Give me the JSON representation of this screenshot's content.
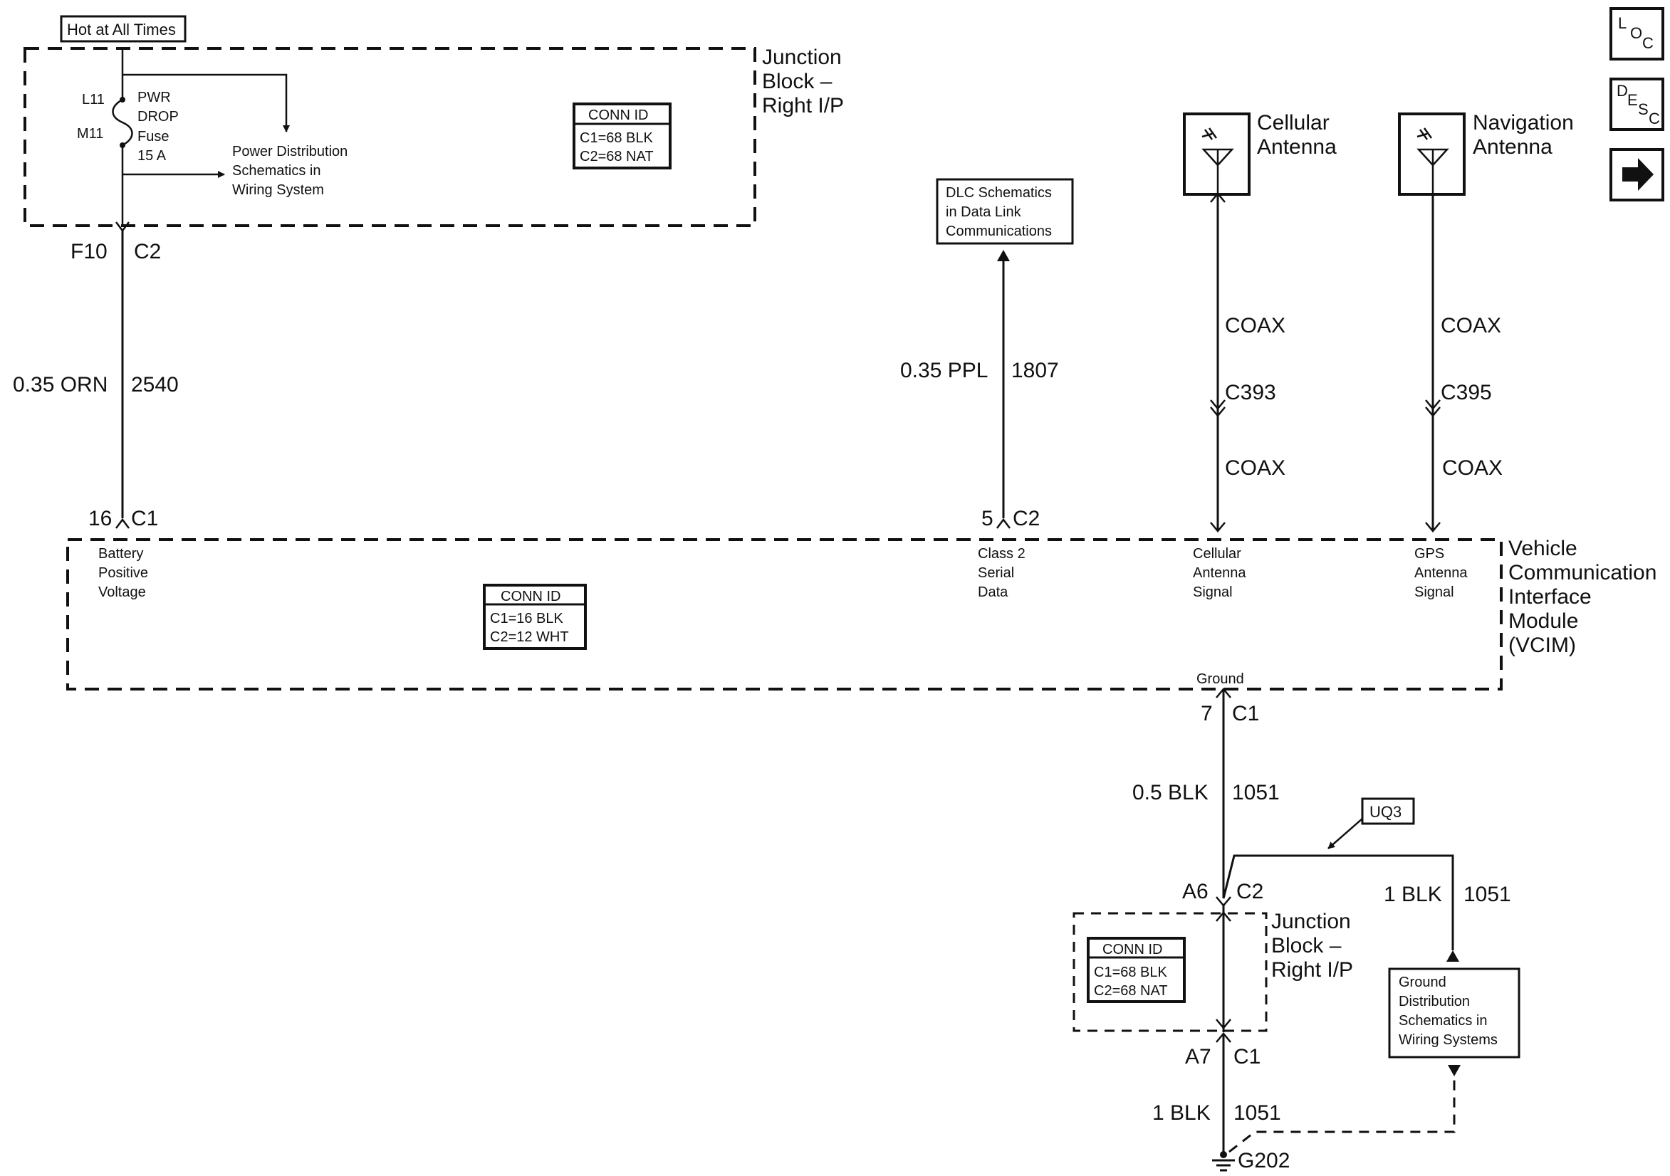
{
  "top_label": "Hot at All Times",
  "junction_block_top": {
    "title": [
      "Junction",
      "Block –",
      "Right I/P"
    ],
    "fuse_pins": [
      "L11",
      "M11"
    ],
    "fuse_label": [
      "PWR",
      "DROP",
      "Fuse",
      "15 A"
    ],
    "power_dist": [
      "Power Distribution",
      "Schematics in",
      "Wiring System"
    ],
    "conn_id_title": "CONN ID",
    "conn_id_lines": [
      "C1=68 BLK",
      "C2=68 NAT"
    ]
  },
  "battery_wire": {
    "top_pin": "F10",
    "top_conn": "C2",
    "gauge_color": "0.35 ORN",
    "circuit": "2540",
    "bottom_pin": "16",
    "bottom_conn": "C1"
  },
  "dlc": {
    "box": [
      "DLC Schematics",
      "in Data Link",
      "Communications"
    ],
    "gauge_color": "0.35 PPL",
    "circuit": "1807",
    "pin": "5",
    "conn": "C2"
  },
  "cellular": {
    "antenna": [
      "Cellular",
      "Antenna"
    ],
    "coax_top": "COAX",
    "connector": "C393",
    "coax_bottom": "COAX"
  },
  "navigation": {
    "antenna": [
      "Navigation",
      "Antenna"
    ],
    "coax_top": "COAX",
    "connector": "C395",
    "coax_bottom": "COAX"
  },
  "vcim": {
    "title": [
      "Vehicle",
      "Communication",
      "Interface",
      "Module",
      "(VCIM)"
    ],
    "battery": [
      "Battery",
      "Positive",
      "Voltage"
    ],
    "class2": [
      "Class 2",
      "Serial",
      "Data"
    ],
    "cellular_sig": [
      "Cellular",
      "Antenna",
      "Signal"
    ],
    "gps_sig": [
      "GPS",
      "Antenna",
      "Signal"
    ],
    "ground": "Ground",
    "conn_id_title": "CONN ID",
    "conn_id_lines": [
      "C1=16 BLK",
      "C2=12 WHT"
    ]
  },
  "ground_wire": {
    "pin": "7",
    "conn": "C1",
    "gauge_color": "0.5 BLK",
    "circuit": "1051",
    "a6_pin": "A6",
    "a6_conn": "C2",
    "option": "UQ3",
    "alt_gauge_color": "1 BLK",
    "alt_circuit": "1051",
    "a7_pin": "A7",
    "a7_conn": "C1",
    "bottom_gauge_color": "1 BLK",
    "bottom_circuit": "1051",
    "ground_point": "G202"
  },
  "junction_block_bottom": {
    "title": [
      "Junction",
      "Block –",
      "Right I/P"
    ],
    "conn_id_title": "CONN ID",
    "conn_id_lines": [
      "C1=68 BLK",
      "C2=68 NAT"
    ]
  },
  "ground_dist": [
    "Ground",
    "Distribution",
    "Schematics in",
    "Wiring Systems"
  ],
  "nav_buttons": {
    "loc": [
      "L",
      "O",
      "C"
    ],
    "desc": [
      "D",
      "E",
      "S",
      "C"
    ],
    "next_icon": "arrow-right-icon"
  }
}
